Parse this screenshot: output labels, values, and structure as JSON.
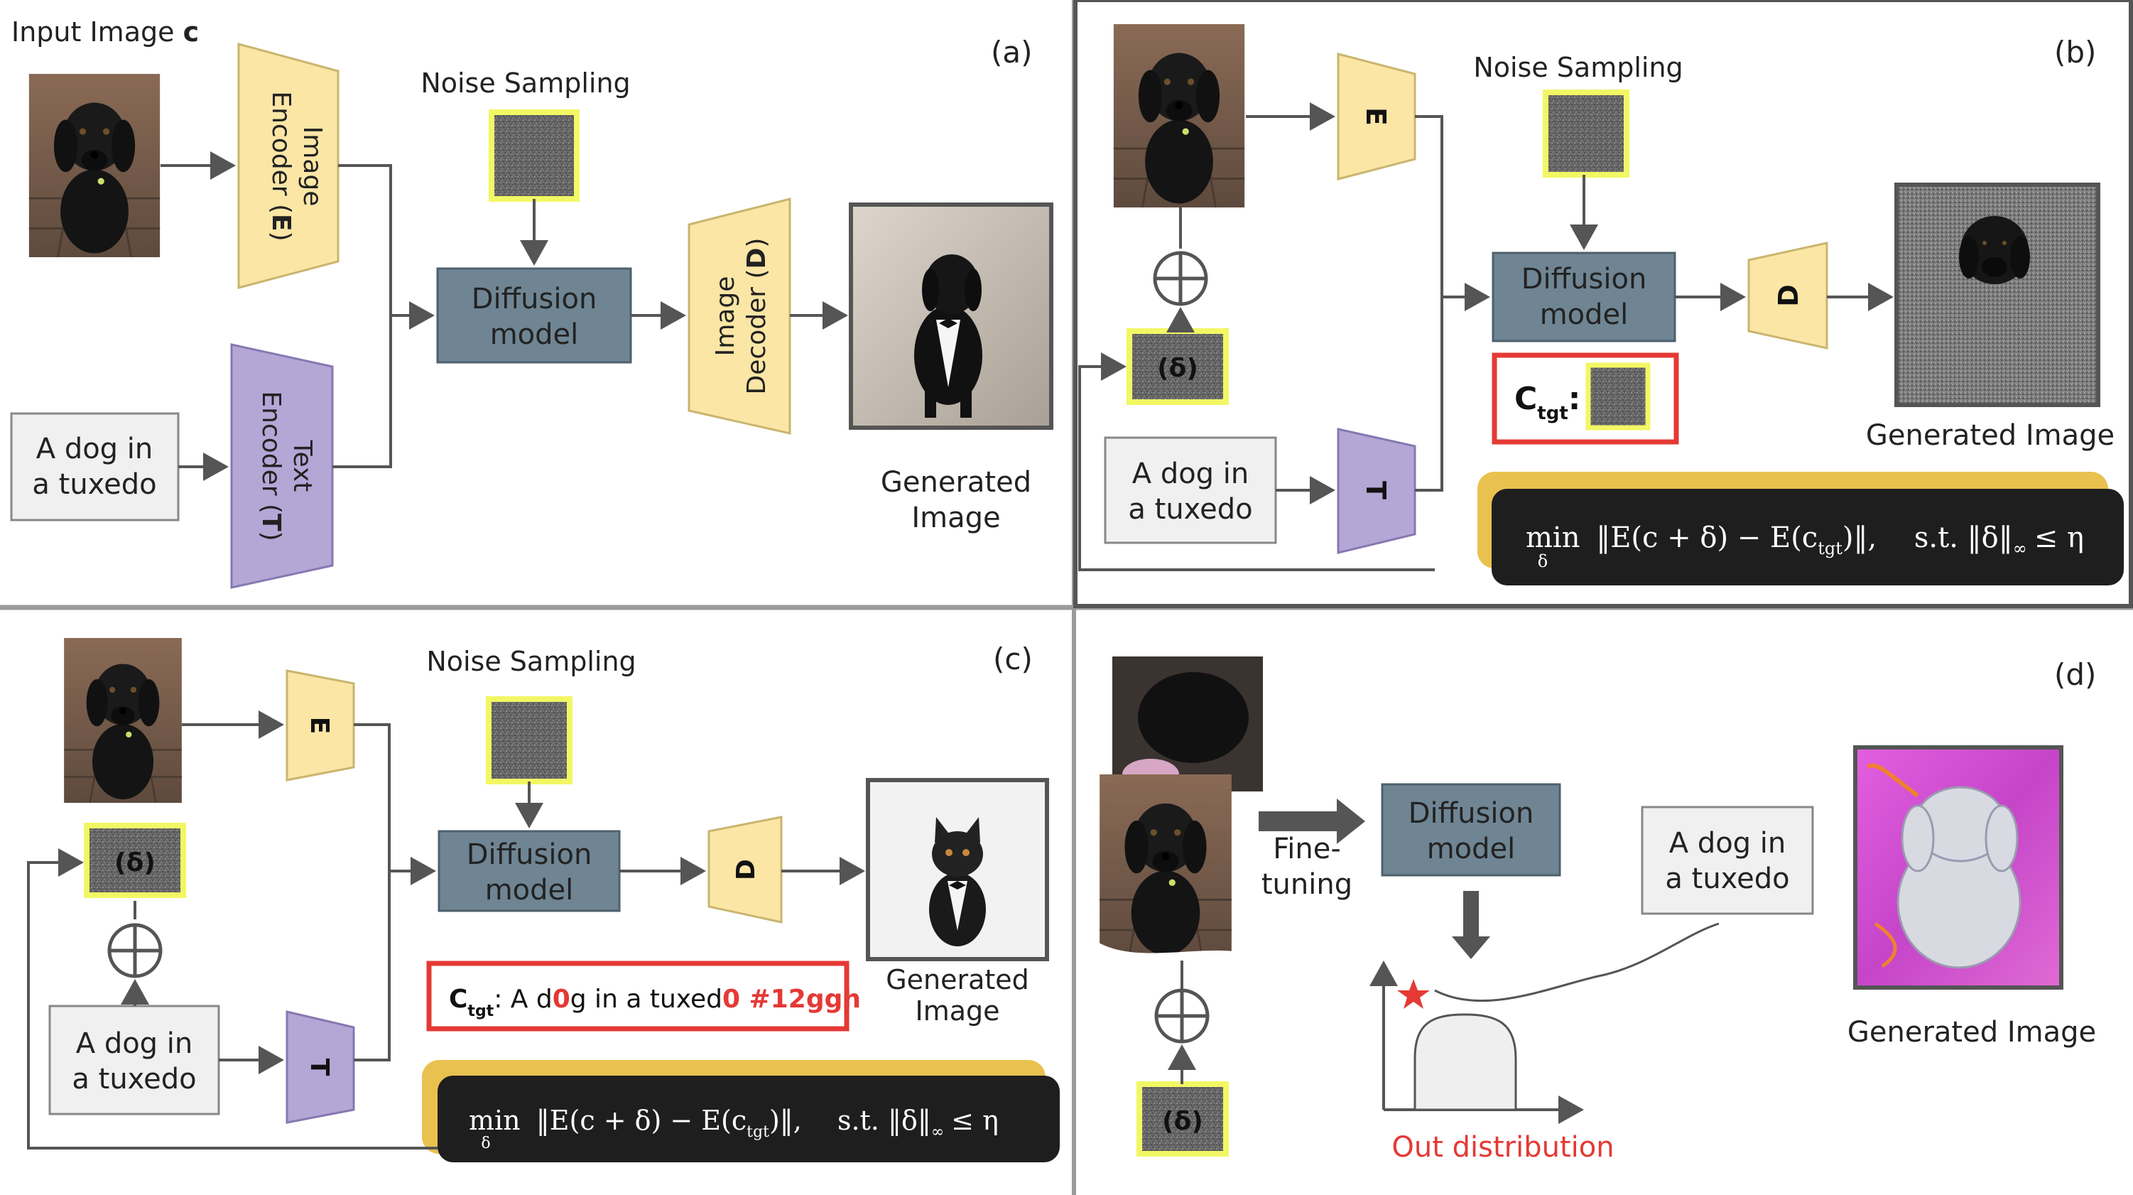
{
  "colors": {
    "encoder_yellow": "#fbe6a6",
    "encoder_yellow_border": "#c9b56e",
    "text_encoder_purple": "#b4a7d6",
    "text_encoder_border": "#8678b2",
    "diffusion_gray": "#6f8593",
    "highlight_yellow": "#f2f764",
    "red_accent": "#e53935",
    "formula_bg": "#1e1e1e",
    "formula_back": "#e9c14f",
    "panel_divider": "#8a8a8a",
    "pink_output": "#d64bd6"
  },
  "icons": {
    "oplus": "circled-plus-icon",
    "arrow": "arrow-icon",
    "star": "red-star-icon"
  },
  "panel_a": {
    "tag": "(a)",
    "input_label": "Input Image ",
    "input_label_bold": "c",
    "image_encoder_line1": "Image",
    "image_encoder_line2": "Encoder (",
    "image_encoder_letter": "E",
    "image_encoder_close": ")",
    "text_encoder_line1": "Text",
    "text_encoder_line2": "Encoder (",
    "text_encoder_letter": "T",
    "text_encoder_close": ")",
    "noise_label": "Noise Sampling",
    "diffusion_line1": "Diffusion",
    "diffusion_line2": "model",
    "decoder_line1": "Image",
    "decoder_line2": "Decoder (",
    "decoder_letter": "D",
    "decoder_close": ")",
    "prompt_line1": "A dog in",
    "prompt_line2": "a tuxedo",
    "output_line1": "Generated",
    "output_line2": "Image"
  },
  "panel_b": {
    "tag": "(b)",
    "e_label": "E",
    "t_label": "T",
    "d_label": "D",
    "delta_label": "(δ)",
    "noise_label": "Noise Sampling",
    "diffusion_line1": "Diffusion",
    "diffusion_line2": "model",
    "ctgt_c": "C",
    "ctgt_sub": "tgt",
    "ctgt_colon": ":",
    "prompt_line1": "A dog in",
    "prompt_line2": "a tuxedo",
    "output_label": "Generated Image",
    "formula_min": "min",
    "formula_sub": "δ",
    "formula_body": "‖E(c + δ) − E(c",
    "formula_body_sub": "tgt",
    "formula_body_end": ")‖,",
    "formula_st": "s.t. ‖δ‖",
    "formula_inf": "∞",
    "formula_bound": "≤ η"
  },
  "panel_c": {
    "tag": "(c)",
    "e_label": "E",
    "t_label": "T",
    "d_label": "D",
    "delta_label": "(δ)",
    "noise_label": "Noise Sampling",
    "diffusion_line1": "Diffusion",
    "diffusion_line2": "model",
    "ctgt_c": "C",
    "ctgt_sub": "tgt",
    "ctgt_text_1": ": A d",
    "ctgt_red_1": "0",
    "ctgt_text_2": "g in a tuxed",
    "ctgt_red_2": "0 #12ggh",
    "prompt_line1": "A dog in",
    "prompt_line2": "a tuxedo",
    "output_line1": "Generated",
    "output_line2": "Image",
    "formula_min": "min",
    "formula_sub": "δ",
    "formula_body": "‖E(c + δ) − E(c",
    "formula_body_sub": "tgt",
    "formula_body_end": ")‖,",
    "formula_st": "s.t. ‖δ‖",
    "formula_inf": "∞",
    "formula_bound": "≤ η"
  },
  "panel_d": {
    "tag": "(d)",
    "finetune_line1": "Fine-",
    "finetune_line2": "tuning",
    "delta_label": "(δ)",
    "diffusion_line1": "Diffusion",
    "diffusion_line2": "model",
    "prompt_line1": "A dog in",
    "prompt_line2": "a tuxedo",
    "out_dist": "Out distribution",
    "output_label": "Generated Image"
  }
}
